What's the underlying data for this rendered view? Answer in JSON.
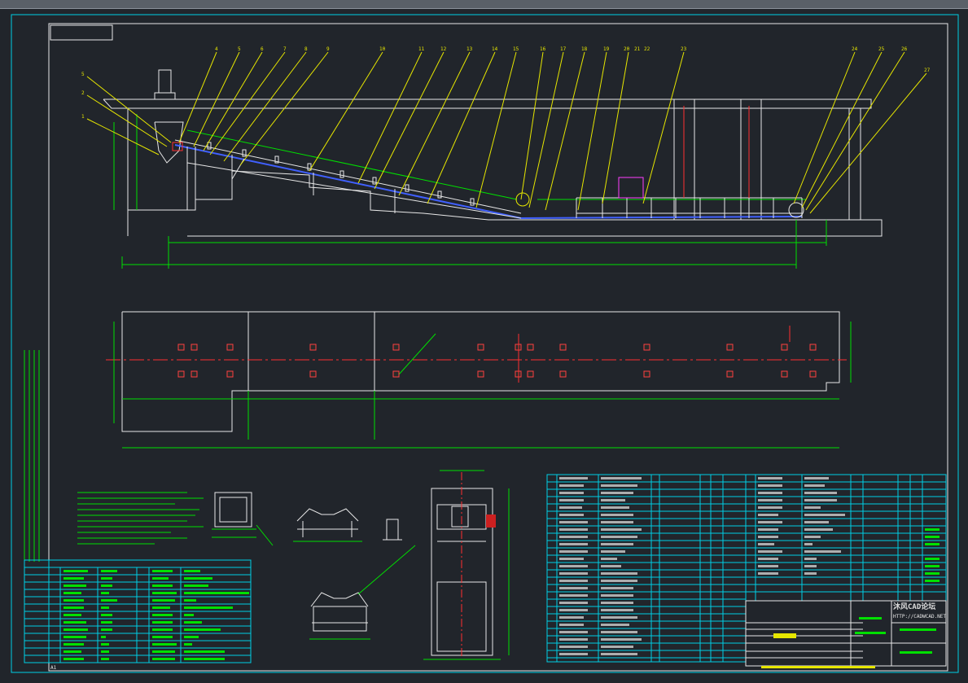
{
  "watermark": {
    "brand": "沐风CAD论坛",
    "url": "HTTP://CADWCAD.NET"
  },
  "sheet": {
    "size_label": "A1"
  },
  "balloons": [
    "1",
    "2",
    "3",
    "4",
    "5",
    "6",
    "7",
    "8",
    "9",
    "10",
    "11",
    "12",
    "13",
    "14",
    "15",
    "16",
    "17",
    "18",
    "19",
    "20",
    "21",
    "22",
    "23",
    "24",
    "25",
    "26",
    "27"
  ],
  "colors": {
    "background": "#21252b",
    "frame": "#00cfe6",
    "white": "#e8e8e8",
    "green": "#00e000",
    "yellow": "#e6e600",
    "blue": "#4060ff",
    "red": "#ff3030"
  }
}
